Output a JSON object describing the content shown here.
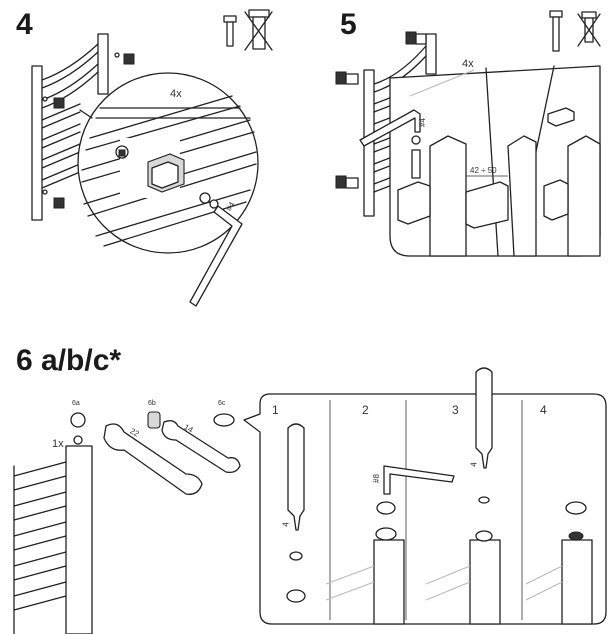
{
  "steps": {
    "s4": {
      "number": "4",
      "zoom_count": "4x",
      "hex_key_size": "#4"
    },
    "s5": {
      "number": "5",
      "zoom_count": "4x",
      "hex_key_size": "#4",
      "distance_range": "42 ÷ 50"
    },
    "s6": {
      "number": "6 a/b/c*",
      "parts": {
        "a": "6a",
        "b": "6b",
        "c": "6c"
      },
      "quantity": "1x",
      "wrench_sizes": [
        "22",
        "14"
      ],
      "sub_steps": [
        "1",
        "2",
        "3",
        "4"
      ],
      "screwdriver_size": "4",
      "hex_key_size": "#8"
    }
  },
  "colors": {
    "line": "#222222",
    "fill_grey": "#d8d8d8",
    "dark": "#333333"
  },
  "icons": [
    "screw-allowed-icon",
    "screw-forbidden-icon",
    "hex-key-icon",
    "wrench-icon",
    "screwdriver-icon",
    "towel-rail-icon"
  ]
}
